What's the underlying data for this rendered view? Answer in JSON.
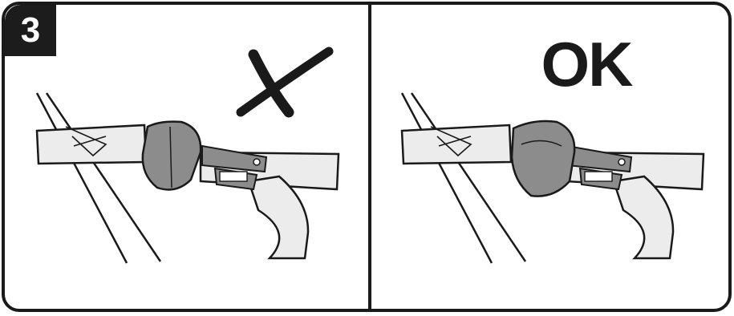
{
  "step": {
    "number": "3"
  },
  "panels": [
    {
      "id": "wrong",
      "verdict_icon": "cross-mark-icon"
    },
    {
      "id": "correct",
      "verdict_label": "OK"
    }
  ],
  "colors": {
    "outline": "#1a1a1a",
    "strap_fill": "#ececec",
    "buckle_fill": "#8c8c8c",
    "badge_fill": "#1c1c1c",
    "badge_text": "#ffffff"
  }
}
